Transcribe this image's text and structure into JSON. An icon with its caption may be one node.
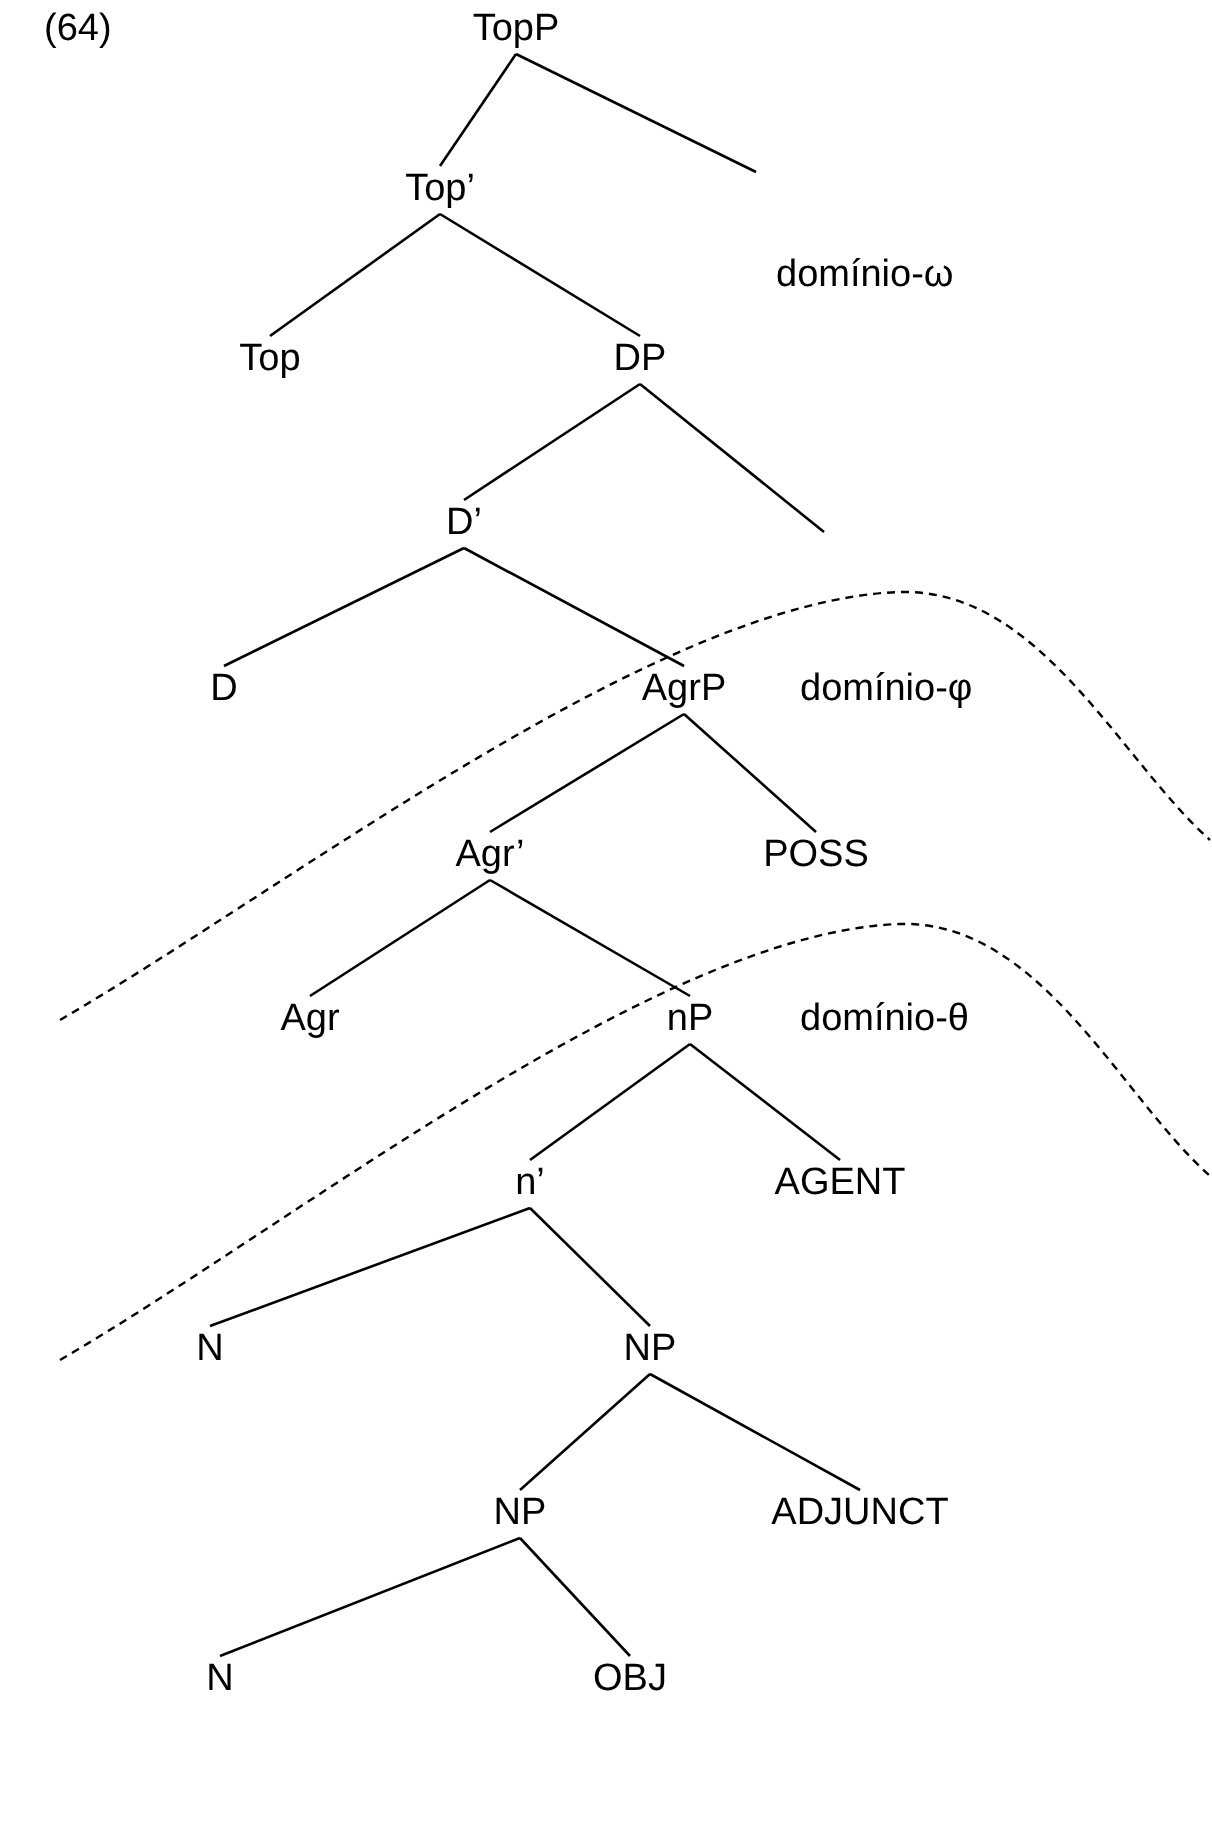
{
  "diagram": {
    "nodes": [
      {
        "text": [
          "TopP"
        ]
      },
      {
        "text": [
          "Top’"
        ]
      },
      {
        "text": [
          "Top"
        ]
      },
      {
        "text": [
          "DP"
        ]
      },
      {
        "text": [
          "D’"
        ]
      },
      {
        "text": [
          "D"
        ]
      },
      {
        "text": [
          "AgrP"
        ]
      },
      {
        "text": [
          "Agr’"
        ]
      },
      {
        "text": [
          "POSS"
        ]
      },
      {
        "text": [
          "Agr"
        ]
      },
      {
        "text": [
          "nP"
        ]
      },
      {
        "text": [
          "n’"
        ]
      },
      {
        "text": [
          "AGENT"
        ]
      },
      {
        "text": [
          "N"
        ]
      },
      {
        "text": [
          "NP"
        ]
      },
      {
        "text": [
          "NP"
        ]
      },
      {
        "text": [
          "ADJUNCT"
        ]
      },
      {
        "text": [
          "N"
        ]
      },
      {
        "text": [
          "OBJ"
        ]
      }
    ],
    "edges": [
      {
        "from": 0,
        "to": 1,
        "arrow": "none"
      },
      {
        "from": 0,
        "to": null,
        "arrow": "none"
      },
      {
        "from": 1,
        "to": 2,
        "arrow": "none"
      },
      {
        "from": 1,
        "to": 3,
        "arrow": "none"
      },
      {
        "from": 3,
        "to": 4,
        "arrow": "none"
      },
      {
        "from": 3,
        "to": null,
        "arrow": "none"
      },
      {
        "from": 4,
        "to": 5,
        "arrow": "none"
      },
      {
        "from": 4,
        "to": 6,
        "arrow": "none"
      },
      {
        "from": 6,
        "to": 7,
        "arrow": "none"
      },
      {
        "from": 6,
        "to": 8,
        "arrow": "none"
      },
      {
        "from": 7,
        "to": 9,
        "arrow": "none"
      },
      {
        "from": 7,
        "to": 10,
        "arrow": "none"
      },
      {
        "from": 10,
        "to": 11,
        "arrow": "none"
      },
      {
        "from": 10,
        "to": 12,
        "arrow": "none"
      },
      {
        "from": 11,
        "to": 13,
        "arrow": "none"
      },
      {
        "from": 11,
        "to": 14,
        "arrow": "none"
      },
      {
        "from": 14,
        "to": 15,
        "arrow": "none"
      },
      {
        "from": 14,
        "to": 16,
        "arrow": "none"
      },
      {
        "from": 15,
        "to": 17,
        "arrow": "none"
      },
      {
        "from": 15,
        "to": 18,
        "arrow": "none"
      }
    ],
    "labels": [
      "(64)",
      "domínio-ω",
      "domínio-φ",
      "domínio-θ"
    ]
  }
}
